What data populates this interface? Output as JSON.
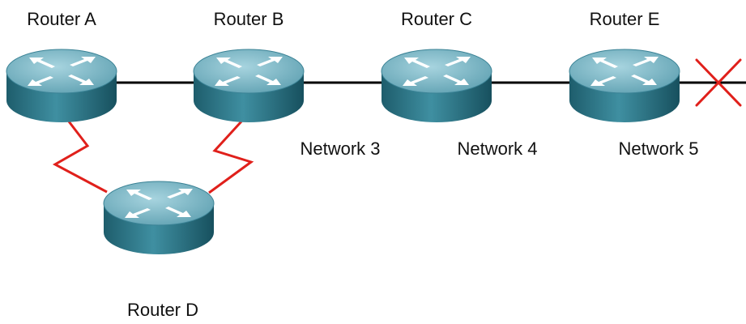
{
  "diagram": {
    "routers": [
      {
        "id": "router-a",
        "label": "Router A",
        "icon": "router-icon"
      },
      {
        "id": "router-b",
        "label": "Router B",
        "icon": "router-icon"
      },
      {
        "id": "router-c",
        "label": "Router C",
        "icon": "router-icon"
      },
      {
        "id": "router-e",
        "label": "Router E",
        "icon": "router-icon"
      },
      {
        "id": "router-d",
        "label": "Router D",
        "icon": "router-icon"
      }
    ],
    "networks": [
      {
        "id": "network-3",
        "label": "Network 3"
      },
      {
        "id": "network-4",
        "label": "Network 4"
      },
      {
        "id": "network-5",
        "label": "Network 5"
      }
    ],
    "links": [
      {
        "from": "router-a",
        "to": "router-b",
        "kind": "ethernet"
      },
      {
        "from": "router-b",
        "to": "router-c",
        "kind": "ethernet"
      },
      {
        "from": "router-c",
        "to": "router-e",
        "kind": "ethernet"
      },
      {
        "from": "router-a",
        "to": "router-d",
        "kind": "serial"
      },
      {
        "from": "router-b",
        "to": "router-d",
        "kind": "serial"
      },
      {
        "from": "router-e",
        "to": "external",
        "kind": "ethernet",
        "status": "down"
      }
    ],
    "colors": {
      "ethernet_link": "#000000",
      "serial_link": "#e0201b",
      "failure_mark": "#e0201b",
      "router_top": "#76b2c1",
      "router_side": "#2f7688",
      "router_arrows": "#ffffff"
    }
  }
}
